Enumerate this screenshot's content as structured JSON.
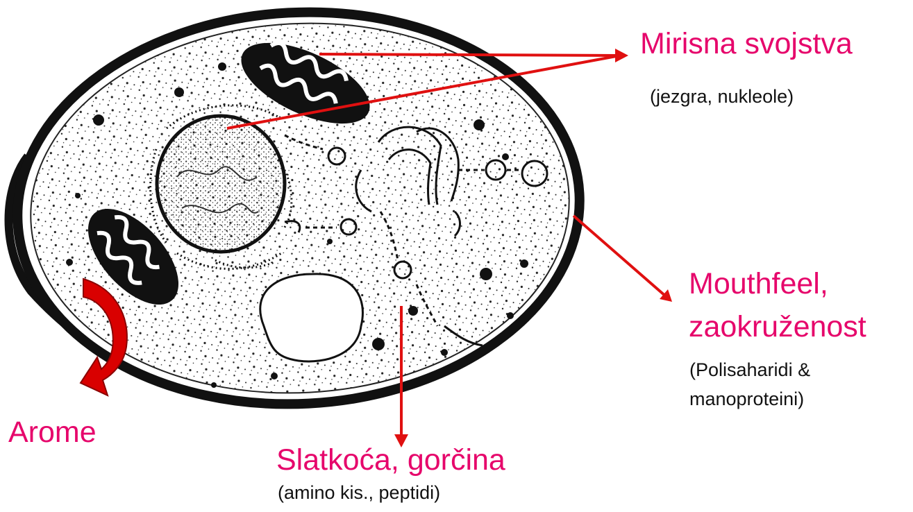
{
  "labels": {
    "mirisna_svojstva": "Mirisna svojstva",
    "mirisna_detail": "(jezgra, nukleole)",
    "mouthfeel_line1": "Mouthfeel,",
    "mouthfeel_line2": "zaokruženost",
    "mouthfeel_detail_line1": "(Polisaharidi &",
    "mouthfeel_detail_line2": "manoproteini)",
    "arome": "Arome",
    "slatkoca": "Slatkoća, gorčina",
    "slatkoca_detail": "(amino kis., peptidi)"
  },
  "colors": {
    "label_magenta": "#e6066b",
    "arrow_red": "#e01010",
    "curved_arrow_red": "#d90000",
    "cell_outline": "#111111"
  },
  "icons": {
    "arome_arrow": "curved-arrow-icon"
  }
}
